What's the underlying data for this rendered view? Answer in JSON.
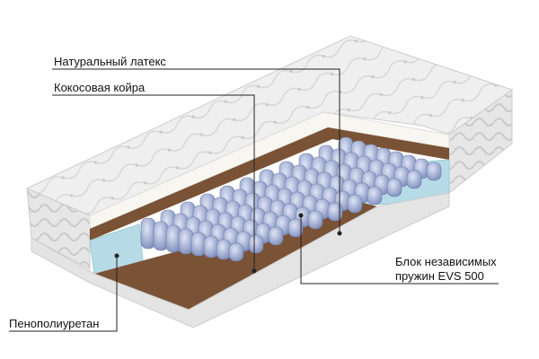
{
  "labels": {
    "latex": "Натуральный латекс",
    "coir": "Кокосовая койра",
    "springs_line1": "Блок независимых",
    "springs_line2": "пружин EVS 500",
    "foam": "Пенополиуретан"
  },
  "colors": {
    "cover": "#eeeeee",
    "latex": "#f7f6f0",
    "coir": "#7a5236",
    "foam": "#b6dbe6",
    "springs": "#8f9ec8",
    "leader": "#222222"
  }
}
